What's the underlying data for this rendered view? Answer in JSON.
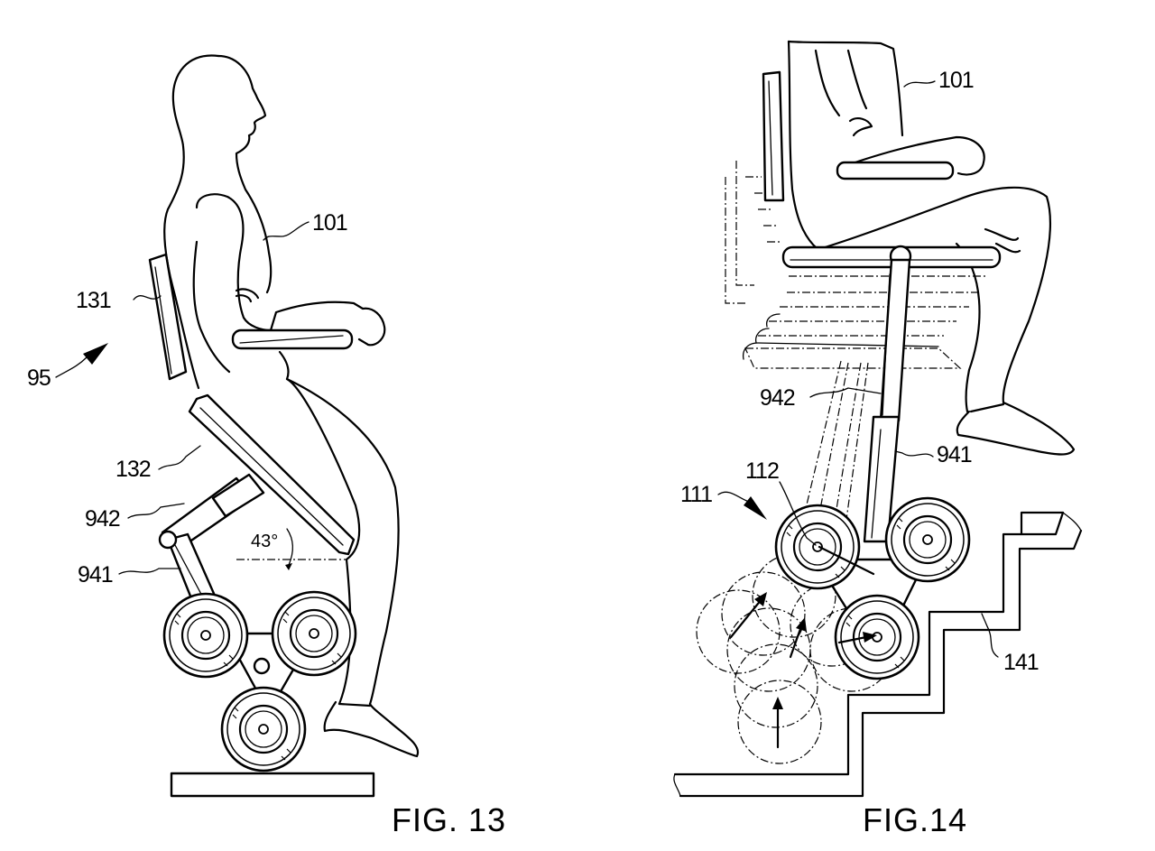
{
  "figures": [
    {
      "caption": "FIG. 13",
      "angle": "43°",
      "labels": {
        "user": "101",
        "backrest": "131",
        "device": "95",
        "seat": "132",
        "link_upper": "942",
        "link_lower": "941"
      }
    },
    {
      "caption": "FIG.14",
      "labels": {
        "user": "101",
        "link_upper": "942",
        "link_lower": "941",
        "cluster": "111",
        "wheel": "112",
        "stairs": "141"
      }
    }
  ]
}
